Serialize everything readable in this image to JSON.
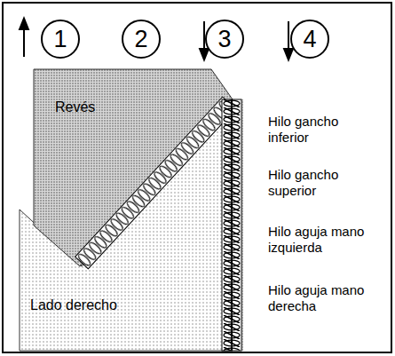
{
  "diagram": {
    "nodes": [
      {
        "text": [
          "1"
        ]
      },
      {
        "text": [
          "2"
        ]
      },
      {
        "text": [
          "3"
        ]
      },
      {
        "text": [
          "4"
        ]
      }
    ],
    "edges": [],
    "labels": [
      "Revés",
      "Lado derecho",
      "Hilo gancho inferior",
      "Hilo gancho superior",
      "Hilo aguja mano izquierda",
      "Hilo aguja mano derecha"
    ]
  }
}
